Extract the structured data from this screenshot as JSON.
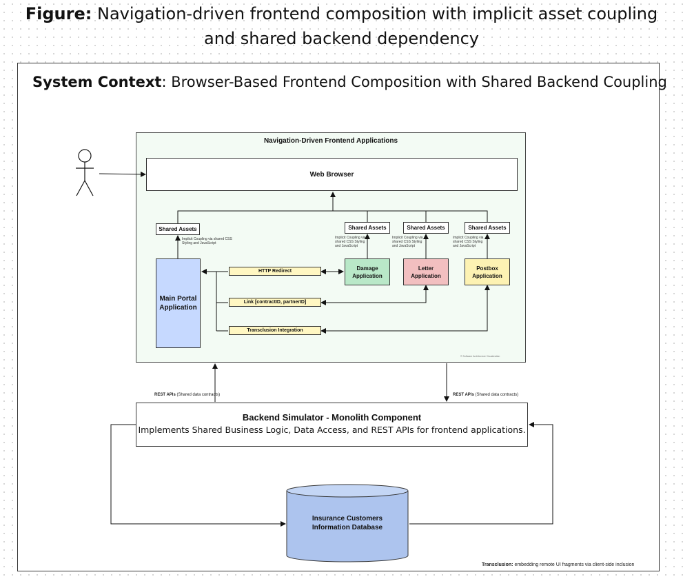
{
  "figure": {
    "label": "Figure:",
    "title_line1": "Navigation-driven frontend composition with implicit asset coupling",
    "title_line2": "and shared backend dependency"
  },
  "context": {
    "label": "System Context",
    "title": ": Browser-Based Frontend Composition with Shared Backend Coupling"
  },
  "frontend": {
    "group_title": "Navigation-Driven Frontend Applications",
    "browser": "Web Browser",
    "shared_assets": "Shared Assets",
    "notes": {
      "main": "Implicit Coupling via shared CSS Styling and JavaScript",
      "damage": "Implicit Coupling via shared CSS Styling and JavaScript",
      "letter": "Implicit Coupling via shared CSS Styling and JavaScript",
      "postbox": "Implicit Coupling via shared CSS Styling and JavaScript"
    },
    "apps": {
      "main_portal_line1": "Main Portal",
      "main_portal_line2": "Application",
      "damage_line1": "Damage",
      "damage_line2": "Application",
      "letter_line1": "Letter",
      "letter_line2": "Application",
      "postbox_line1": "Postbox",
      "postbox_line2": "Application"
    },
    "integrations": {
      "redirect": "HTTP Redirect",
      "link": "Link [contractID, partnerID]",
      "transclusion": "Transclusion Integration"
    },
    "watermark": "© Software Architecture Visualization"
  },
  "api_labels": {
    "left_bold": "REST APIs",
    "left_rest": " (Shared data contracts)",
    "right_bold": "REST APIs",
    "right_rest": " (Shared data contracts)"
  },
  "backend": {
    "title": "Backend Simulator - Monolith Component",
    "description": "Implements Shared Business Logic, Data Access, and REST APIs for frontend applications."
  },
  "database": {
    "line1": "Insurance Customers",
    "line2": "Information Database"
  },
  "footnote": {
    "bold": "Transclusion:",
    "rest": " embedding remote UI fragments via client-side inclusion"
  },
  "colors": {
    "main_portal": "#c6d9ff",
    "damage": "#b9e8c8",
    "letter": "#f2bfc0",
    "postbox": "#fdf2b3",
    "integration": "#fff7c2",
    "database": "#adc4ee",
    "group_bg": "#f3fbf4"
  }
}
